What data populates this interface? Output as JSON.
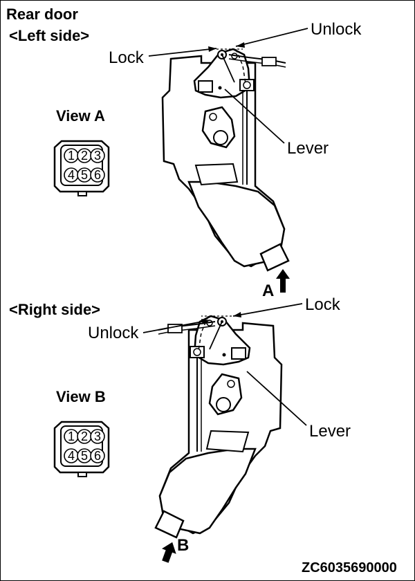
{
  "heading": {
    "line1": "Rear door",
    "line2": "<Left side>"
  },
  "left": {
    "lock": "Lock",
    "unlock": "Unlock",
    "lever": "Lever",
    "view": "View A",
    "arrow_letter": "A",
    "pins": [
      "1",
      "2",
      "3",
      "4",
      "5",
      "6"
    ]
  },
  "right": {
    "section": "<Right side>",
    "lock": "Lock",
    "unlock": "Unlock",
    "lever": "Lever",
    "view": "View B",
    "arrow_letter": "B",
    "pins": [
      "1",
      "2",
      "3",
      "4",
      "5",
      "6"
    ]
  },
  "figure_code": "ZC6035690000"
}
